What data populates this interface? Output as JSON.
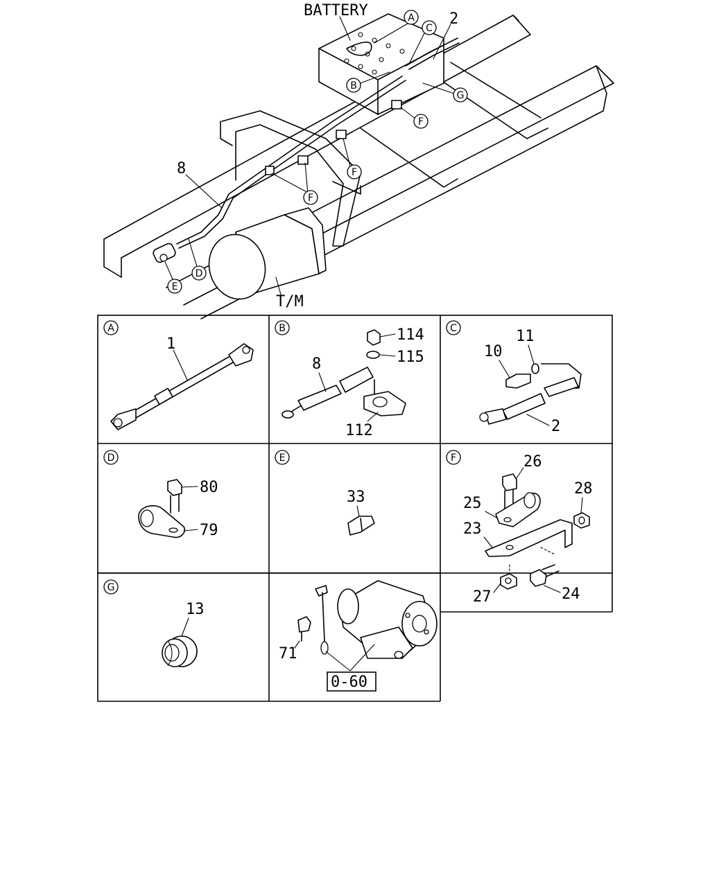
{
  "overview": {
    "battery_label": "BATTERY",
    "transmission_label": "T/M",
    "part_2": "2",
    "part_8": "8",
    "callouts": [
      "A",
      "B",
      "C",
      "G",
      "F",
      "F",
      "F",
      "D",
      "E"
    ]
  },
  "panels": [
    {
      "letter": "A",
      "parts": [
        "1"
      ]
    },
    {
      "letter": "B",
      "parts": [
        "114",
        "115",
        "8",
        "112"
      ]
    },
    {
      "letter": "C",
      "parts": [
        "11",
        "10",
        "2"
      ]
    },
    {
      "letter": "D",
      "parts": [
        "80",
        "79"
      ]
    },
    {
      "letter": "E",
      "parts": [
        "33"
      ]
    },
    {
      "letter": "F",
      "parts": [
        "26",
        "28",
        "25",
        "23",
        "27",
        "24"
      ]
    },
    {
      "letter": "G",
      "parts": [
        "13"
      ]
    },
    {
      "letter": "",
      "parts": [
        "71",
        "0-60"
      ]
    }
  ]
}
